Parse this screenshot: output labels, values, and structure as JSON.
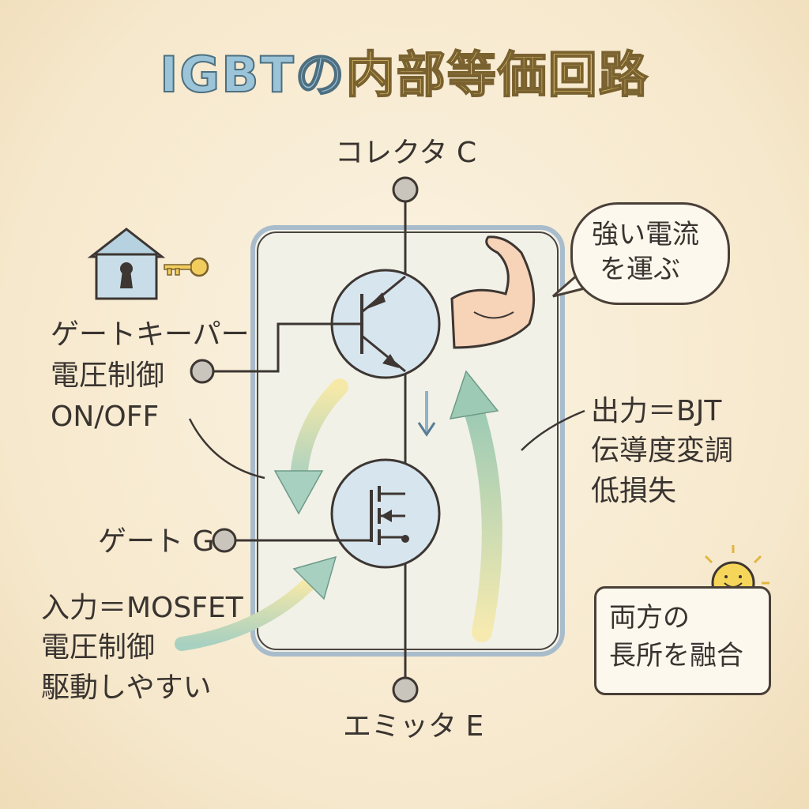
{
  "title": {
    "part1": "IGBTの",
    "part2": "内部等価回路"
  },
  "terminals": {
    "collector": "コレクタ C",
    "gate": "ゲート G",
    "emitter": "エミッタ E"
  },
  "gatekeeper": {
    "lines": [
      "ゲートキーパー",
      "電圧制御",
      "ON/OFF"
    ]
  },
  "strong_current": {
    "lines": [
      "強い電流",
      "を運ぶ"
    ]
  },
  "output": {
    "lines": [
      "出力＝BJT",
      "伝導度変調",
      "低損失"
    ]
  },
  "input": {
    "lines": [
      "入力＝MOSFET",
      "電圧制御",
      "駆動しやすい"
    ]
  },
  "merge": {
    "lines": [
      "両方の",
      "長所を融合"
    ]
  },
  "colors": {
    "box_stroke": "#a9bccb",
    "circle_fill": "#d7e5ee",
    "arrow_blue": "#8fb3c9",
    "arrow_green": "#a9d3b8",
    "bulb": "#f6d65a"
  }
}
